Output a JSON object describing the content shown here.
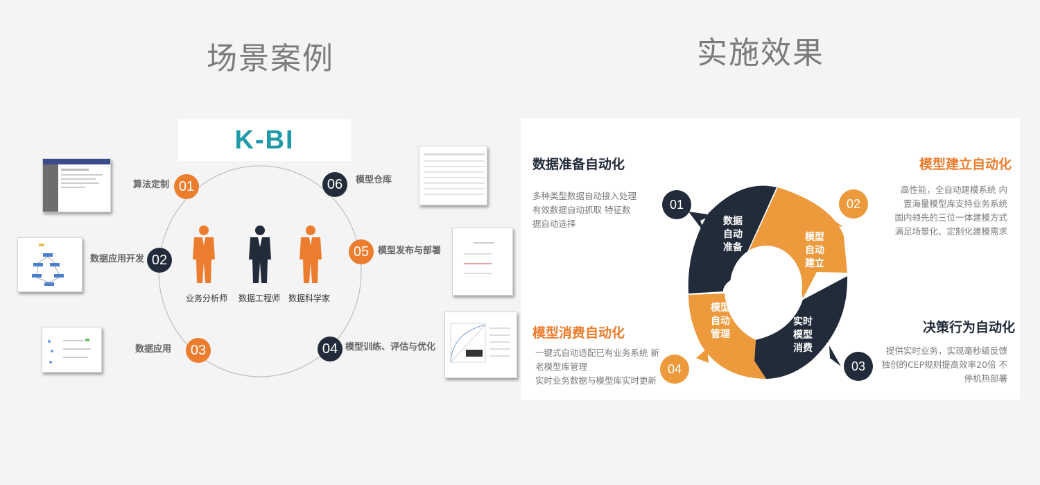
{
  "left": {
    "title": "场景案例",
    "kbi": "K-BI",
    "nodes": [
      {
        "num": "01",
        "label": "算法定制"
      },
      {
        "num": "02",
        "label": "数据应用开发"
      },
      {
        "num": "03",
        "label": "数据应用"
      },
      {
        "num": "04",
        "label": "模型训练、评估与优化"
      },
      {
        "num": "05",
        "label": "模型发布与部署"
      },
      {
        "num": "06",
        "label": "模型仓库"
      }
    ],
    "roles": [
      "业务分析师",
      "数据工程师",
      "数据科学家"
    ]
  },
  "right": {
    "title": "实施效果",
    "blocks": [
      {
        "title": "数据准备自动化",
        "lines": [
          "多种类型数据自动接入处理",
          "有效数据自动抓取 特征数",
          "据自动选择"
        ]
      },
      {
        "title": "模型建立自动化",
        "lines": [
          "高性能，全自动建模系统 内",
          "置海量模型库支持业务系统",
          "国内领先的三位一体建模方式",
          "满足场景化、定制化建模需求"
        ]
      },
      {
        "title": "模型消费自动化",
        "lines": [
          "一键式自动适配已有业务系统 新",
          "老模型库管理",
          "实时业务数据与模型库实时更新"
        ]
      },
      {
        "title": "决策行为自动化",
        "lines": [
          "提供实时业务，实现毫秒级反馈",
          "独创的CEP规则提高效率20倍 不",
          "停机热部署"
        ]
      }
    ],
    "ring_nodes": [
      "01",
      "02",
      "03",
      "04"
    ],
    "segments": [
      [
        "数据",
        "自动",
        "准备"
      ],
      [
        "模型",
        "自动",
        "建立"
      ],
      [
        "实时",
        "模型",
        "消费"
      ],
      [
        "模型",
        "自动",
        "管理"
      ]
    ]
  },
  "colors": {
    "orange": "#ec7d2e",
    "dark": "#222b3a",
    "teal": "#1e9aa8"
  }
}
